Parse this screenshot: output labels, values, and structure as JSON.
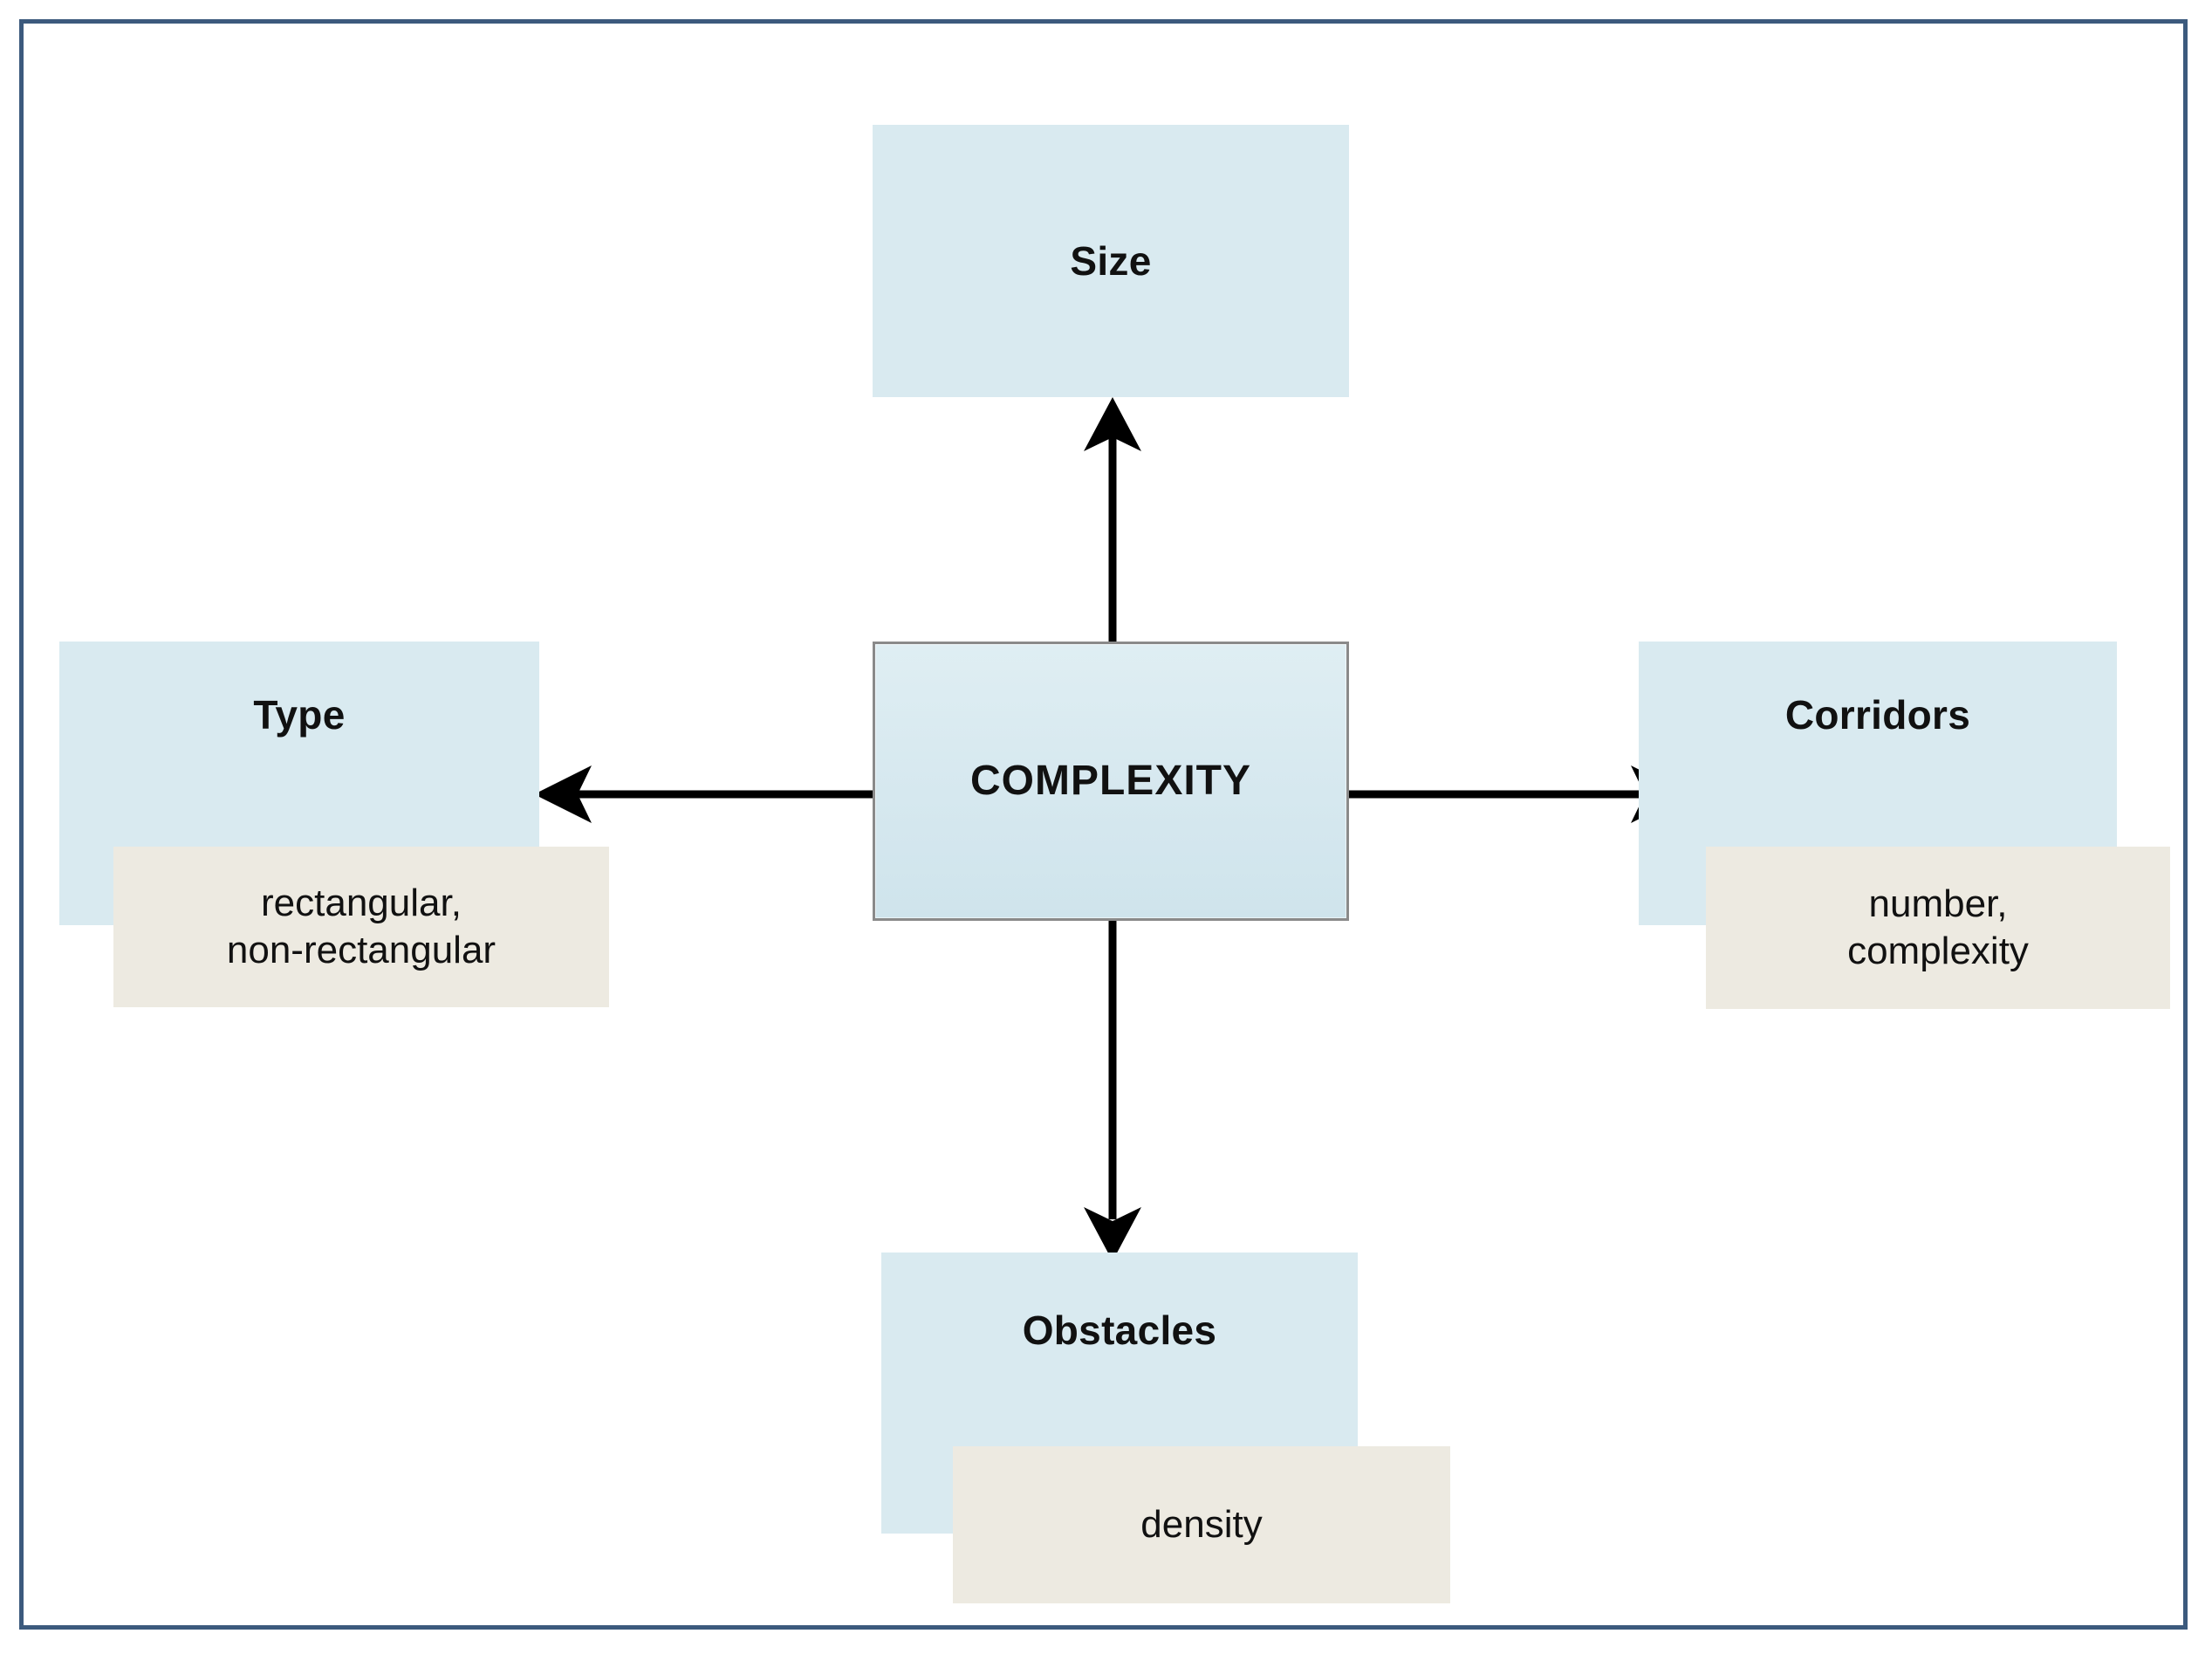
{
  "diagram": {
    "title_node": {
      "label": "COMPLEXITY"
    },
    "frame_color": "#3c5a7d",
    "node_fill": "#d9eaf0",
    "detail_fill": "#edeae1",
    "arrow_color": "#000000",
    "branches": [
      {
        "id": "size",
        "direction": "up",
        "label": "Size",
        "detail": ""
      },
      {
        "id": "type",
        "direction": "left",
        "label": "Type",
        "detail": "rectangular,\nnon-rectangular"
      },
      {
        "id": "corridors",
        "direction": "right",
        "label": "Corridors",
        "detail": "number,\ncomplexity"
      },
      {
        "id": "obstacles",
        "direction": "down",
        "label": "Obstacles",
        "detail": "density"
      }
    ]
  }
}
